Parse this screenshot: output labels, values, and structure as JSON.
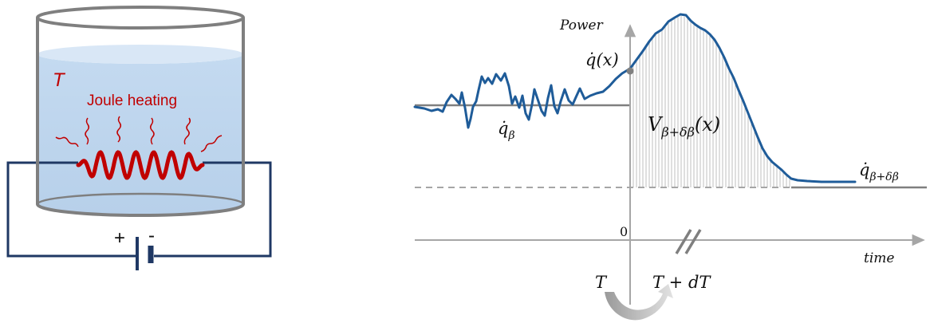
{
  "colors": {
    "liquid": "#bcd4ec",
    "liquid_surface": "#d7e5f5",
    "container_stroke": "#7f7f7f",
    "heater": "#c00000",
    "circuit": "#1f3864",
    "power_curve": "#1f5c99",
    "axis": "#a6a6a6",
    "baseline": "#7f7f7f",
    "hatch": "#bfbfbf"
  },
  "left_panel": {
    "temperature_label": "T",
    "heating_label": "Joule heating",
    "plus_sign": "+",
    "minus_sign": "-"
  },
  "right_panel": {
    "y_axis_label": "Power",
    "x_axis_label": "time",
    "origin_label": "0",
    "q_x_label": "q̇(x)",
    "q_beta_label": "q̇",
    "q_beta_sub": "β",
    "v_label": "V",
    "v_sub": "β+δβ",
    "v_arg": "(x)",
    "q_beta_dbeta_label": "q̇",
    "q_beta_dbeta_sub": "β+δβ",
    "t_before": "T",
    "t_after": "T + dT"
  }
}
